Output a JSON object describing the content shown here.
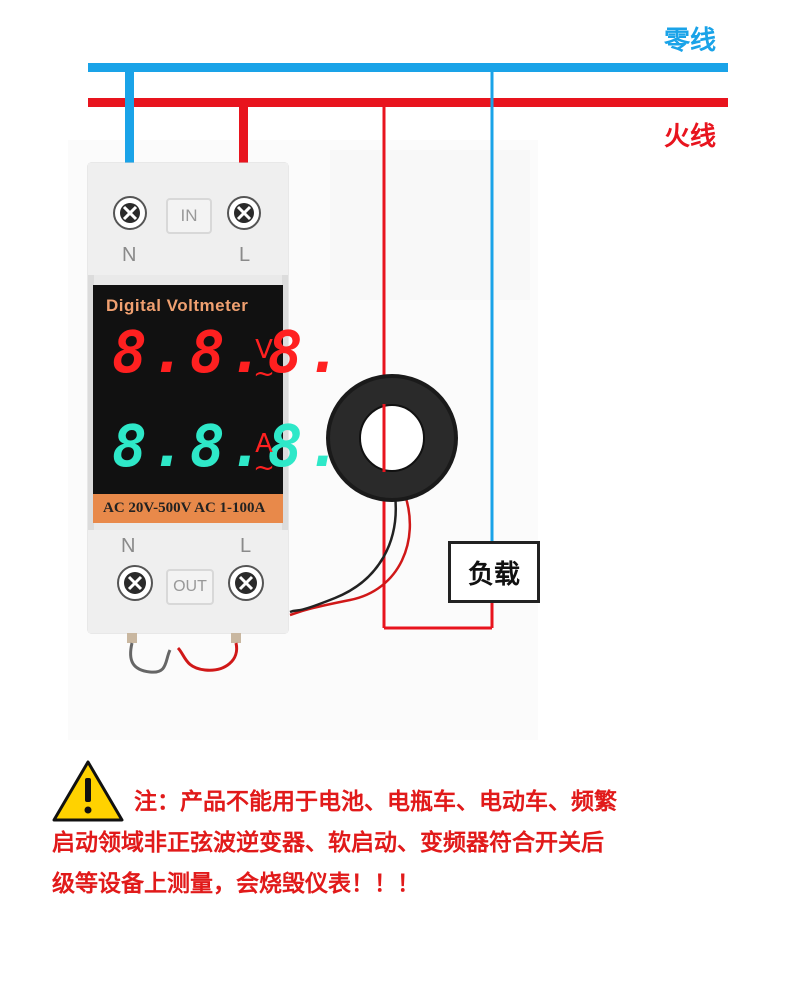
{
  "wires": {
    "neutral_label": "零线",
    "live_label": "火线",
    "neutral_color": "#1aa3e8",
    "live_color": "#e8141e"
  },
  "meter": {
    "input": {
      "n_label": "N",
      "l_label": "L",
      "badge": "IN"
    },
    "output": {
      "n_label": "N",
      "l_label": "L",
      "badge": "OUT"
    },
    "display": {
      "title": "Digital Voltmeter",
      "voltage_digits": "8.8.8.",
      "voltage_unit": "V",
      "current_digits": "8.8.8.",
      "current_unit": "A",
      "ac_symbol": "~",
      "voltage_color": "#ff2020",
      "current_color": "#2ee8c8"
    },
    "spec": "AC 20V-500V AC 1-100A"
  },
  "load": {
    "label": "负载"
  },
  "warning": {
    "icon": "warning-triangle-icon",
    "lines": [
      "注：产品不能用于电池、电瓶车、电动车、频繁",
      "启动领域非正弦波逆变器、软启动、变频器符合开关后",
      "级等设备上测量，会烧毁仪表！！！"
    ]
  }
}
